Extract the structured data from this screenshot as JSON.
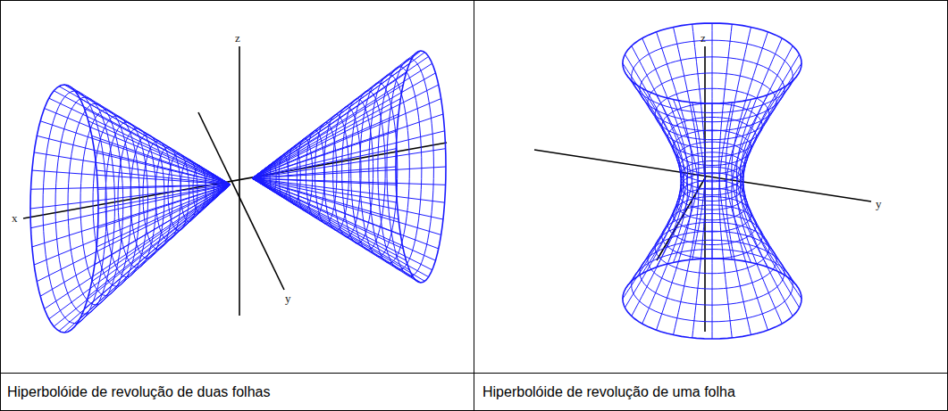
{
  "diagram": {
    "labels": [
      "z",
      "x",
      "y",
      "Hiperbolóide de revolução de duas folhas",
      "z",
      "y",
      "Hiperbolóide de revolução de uma folha"
    ]
  }
}
